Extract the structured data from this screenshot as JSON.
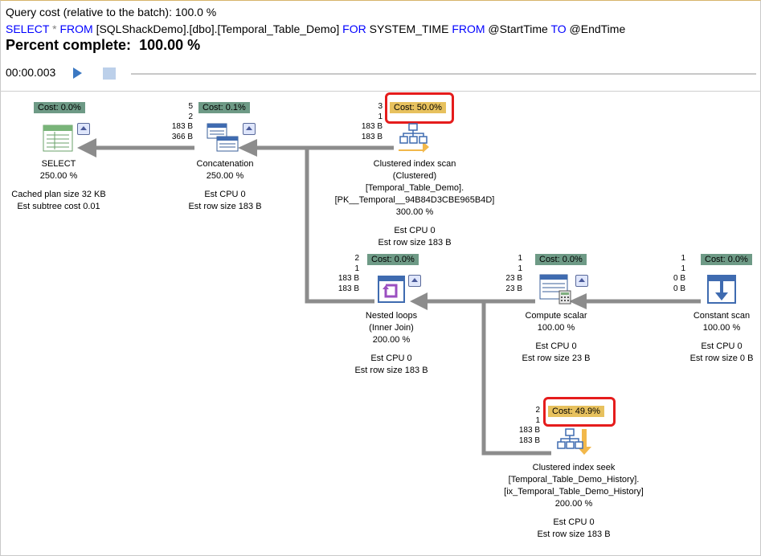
{
  "header": {
    "query_cost": "Query cost (relative to the batch):  100.0 %",
    "sql": {
      "kw_select": "SELECT",
      "star": "*",
      "kw_from": "FROM",
      "table": "[SQLShackDemo].[dbo].[Temporal_Table_Demo]",
      "kw_for": "FOR",
      "system_time": "SYSTEM_TIME",
      "kw_from2": "FROM",
      "start": "@StartTime",
      "kw_to": "TO",
      "end": "@EndTime"
    },
    "percent_label": "Percent complete:",
    "percent_value": "100.00 %"
  },
  "toolbar": {
    "timer": "00:00.003"
  },
  "nodes": {
    "select": {
      "cost": "Cost: 0.0%",
      "title": "SELECT",
      "pct": "250.00 %",
      "line1": "Cached plan size  32 KB",
      "line2": "Est subtree cost  0.01"
    },
    "concat": {
      "cost": "Cost: 0.1%",
      "s1": "5",
      "s2": "2",
      "s3": "183 B",
      "s4": "366 B",
      "title": "Concatenation",
      "pct": "250.00 %",
      "cpu": "Est CPU  0",
      "rows": "Est row size  183 B"
    },
    "ciscan": {
      "cost": "Cost: 50.0%",
      "s1": "3",
      "s2": "1",
      "s3": "183 B",
      "s4": "183 B",
      "title": "Clustered index scan",
      "sub": "(Clustered)",
      "obj": "[Temporal_Table_Demo].",
      "idx": "[PK__Temporal__94B84D3CBE965B4D]",
      "pct": "300.00 %",
      "cpu": "Est CPU  0",
      "rows": "Est row size  183 B"
    },
    "nested": {
      "cost": "Cost: 0.0%",
      "s1": "2",
      "s2": "1",
      "s3": "183 B",
      "s4": "183 B",
      "title": "Nested loops",
      "sub": "(Inner Join)",
      "pct": "200.00 %",
      "cpu": "Est CPU  0",
      "rows": "Est row size  183 B"
    },
    "compute": {
      "cost": "Cost: 0.0%",
      "s1": "1",
      "s2": "1",
      "s3": "23 B",
      "s4": "23 B",
      "title": "Compute scalar",
      "pct": "100.00 %",
      "cpu": "Est CPU  0",
      "rows": "Est row size  23 B"
    },
    "constant": {
      "cost": "Cost: 0.0%",
      "s1": "1",
      "s2": "1",
      "s3": "0 B",
      "s4": "0 B",
      "title": "Constant scan",
      "pct": "100.00 %",
      "cpu": "Est CPU  0",
      "rows": "Est row size  0 B"
    },
    "ciseek": {
      "cost": "Cost: 49.9%",
      "s1": "2",
      "s2": "1",
      "s3": "183 B",
      "s4": "183 B",
      "title": "Clustered index seek",
      "obj": "[Temporal_Table_Demo_History].",
      "idx": "[ix_Temporal_Table_Demo_History]",
      "pct": "200.00 %",
      "cpu": "Est CPU  0",
      "rows": "Est row size  183 B"
    }
  },
  "colors": {
    "keyword": "#0000ff",
    "cost_normal": "#6e9a86",
    "cost_high": "#e7c15e",
    "highlight_box": "#e51c1c",
    "arrow": "#8c8c8c"
  }
}
